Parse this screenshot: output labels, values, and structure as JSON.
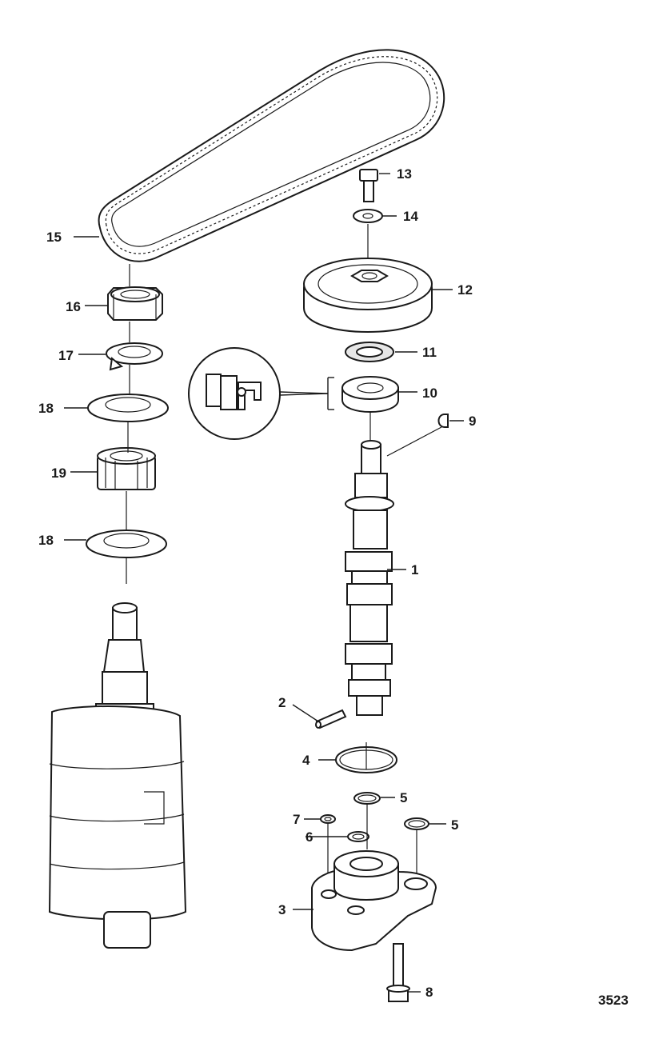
{
  "figure_number": "3523",
  "callouts": [
    {
      "id": "c1",
      "text": "1"
    },
    {
      "id": "c2",
      "text": "2"
    },
    {
      "id": "c3",
      "text": "3"
    },
    {
      "id": "c4",
      "text": "4"
    },
    {
      "id": "c5a",
      "text": "5"
    },
    {
      "id": "c5b",
      "text": "5"
    },
    {
      "id": "c6",
      "text": "6"
    },
    {
      "id": "c7",
      "text": "7"
    },
    {
      "id": "c8",
      "text": "8"
    },
    {
      "id": "c9",
      "text": "9"
    },
    {
      "id": "c10",
      "text": "10"
    },
    {
      "id": "c11",
      "text": "11"
    },
    {
      "id": "c12",
      "text": "12"
    },
    {
      "id": "c13",
      "text": "13"
    },
    {
      "id": "c14",
      "text": "14"
    },
    {
      "id": "c15",
      "text": "15"
    },
    {
      "id": "c16",
      "text": "16"
    },
    {
      "id": "c17",
      "text": "17"
    },
    {
      "id": "c18a",
      "text": "18"
    },
    {
      "id": "c18b",
      "text": "18"
    },
    {
      "id": "c19",
      "text": "19"
    }
  ]
}
